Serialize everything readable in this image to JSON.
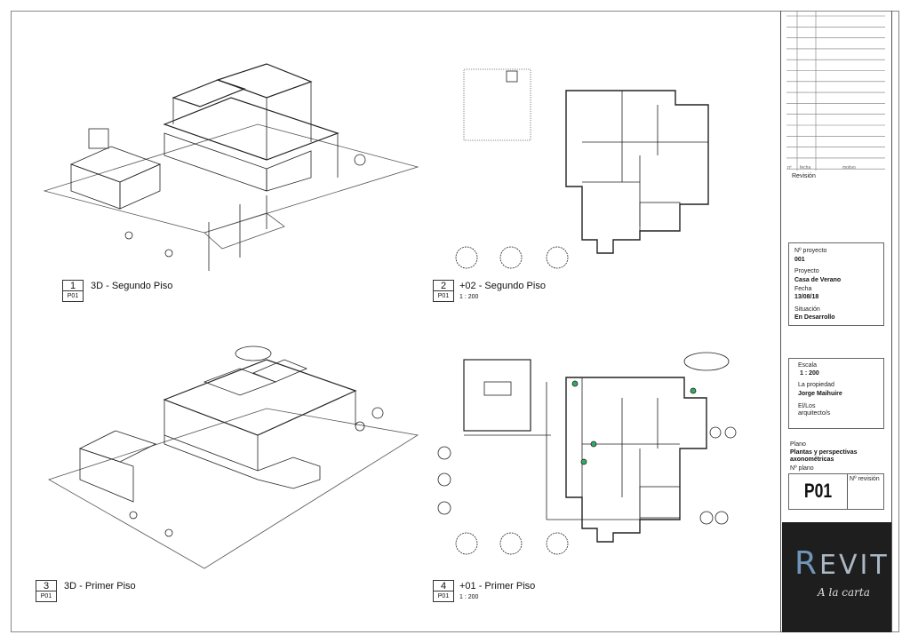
{
  "views": [
    {
      "number": "1",
      "sheet": "P01",
      "title": "3D - Segundo Piso",
      "scale": ""
    },
    {
      "number": "2",
      "sheet": "P01",
      "title": "+02 - Segundo Piso",
      "scale": "1 : 200"
    },
    {
      "number": "3",
      "sheet": "P01",
      "title": "3D - Primer Piso",
      "scale": ""
    },
    {
      "number": "4",
      "sheet": "P01",
      "title": "+01 - Primer Piso",
      "scale": "1 : 200"
    }
  ],
  "title_block": {
    "revision_headers": {
      "n": "nº",
      "fecha": "fecha",
      "motivo": "motivo"
    },
    "revision_label": "Revisión",
    "n_proyecto_label": "Nº proyecto",
    "n_proyecto": "001",
    "proyecto_label": "Proyecto",
    "proyecto": "Casa de Verano",
    "fecha_label": "Fecha",
    "fecha": "13/08/18",
    "situacion_label": "Situación",
    "situacion": "En Desarrollo",
    "escala_label": "Escala",
    "escala": "1 : 200",
    "propiedad_label": "La propiedad",
    "propiedad": "Jorge Maihuire",
    "arquitectos_label": "El/Los arquitecto/s",
    "plano_label": "Plano",
    "plano": "Plantas y perspectivas axonométricas",
    "n_plano_label": "Nº plano",
    "n_plano": "P01",
    "n_revision_label": "Nº revisión"
  },
  "logo": {
    "brand": "REVIT",
    "tagline": "A la carta",
    "background": "#1e1e1e",
    "accent": "#6f95b8"
  }
}
